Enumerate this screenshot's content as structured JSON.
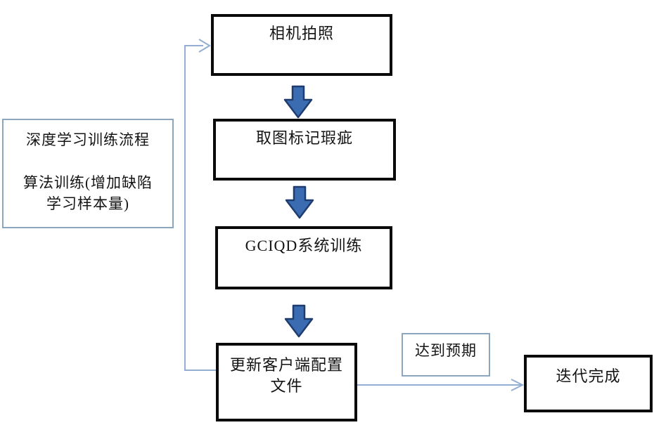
{
  "colors": {
    "page-bg": "#ffffff",
    "text": "#141414",
    "node-border": "#0a0a0a",
    "note-border": "#8ca6c0",
    "connector": "#93aed2",
    "block-arrow-fill": "#3b6cb2",
    "block-arrow-stroke": "#1e3c6e"
  },
  "diagram": {
    "side_note": {
      "line1": "深度学习训练流程",
      "line2": "算法训练(增加缺陷",
      "line3": "学习样本量)"
    },
    "nodes": {
      "camera": {
        "label": "相机拍照"
      },
      "mark_defects": {
        "label": "取图标记瑕疵"
      },
      "system_training": {
        "label": "GCIQD系统训练"
      },
      "update_config": {
        "line1": "更新客户端配置",
        "line2": "文件"
      },
      "iteration_done": {
        "label": "迭代完成"
      }
    },
    "edge_labels": {
      "expectation_met": "达到预期"
    }
  }
}
